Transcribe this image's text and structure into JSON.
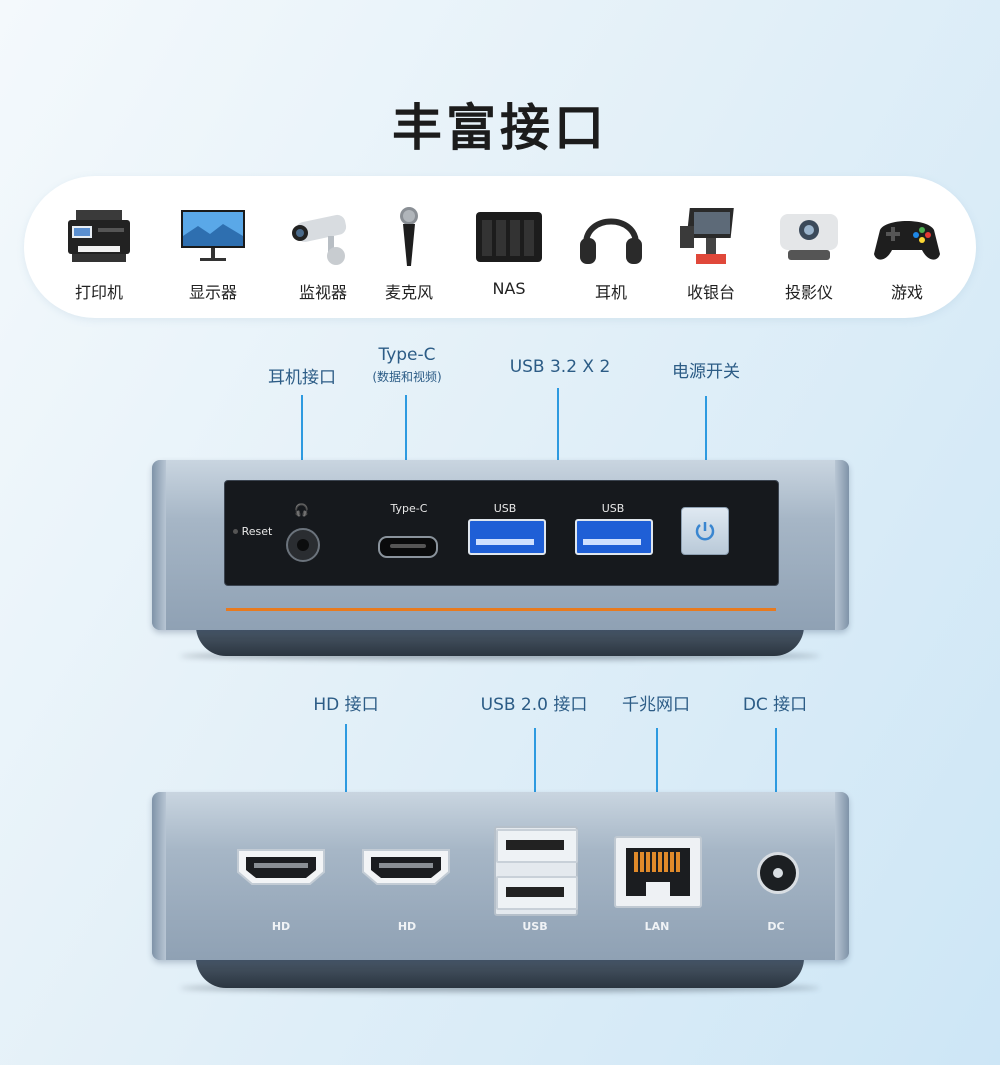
{
  "title": "丰富接口",
  "devices": [
    {
      "label": "打印机",
      "icon": "printer-icon"
    },
    {
      "label": "显示器",
      "icon": "monitor-icon"
    },
    {
      "label": "监视器",
      "icon": "camera-icon"
    },
    {
      "label": "麦克风",
      "icon": "microphone-icon"
    },
    {
      "label": "NAS",
      "icon": "nas-icon"
    },
    {
      "label": "耳机",
      "icon": "headphones-icon"
    },
    {
      "label": "收银台",
      "icon": "cash-register-icon"
    },
    {
      "label": "投影仪",
      "icon": "projector-icon"
    },
    {
      "label": "游戏",
      "icon": "gamepad-icon"
    }
  ],
  "front": {
    "callouts": {
      "headphone": "耳机接口",
      "typec": "Type-C",
      "typec_sub": "(数据和视频)",
      "usb32": "USB 3.2 X 2",
      "power": "电源开关"
    },
    "panel": {
      "reset": "Reset",
      "typec": "Type-C",
      "usb_a": "USB",
      "usb_b": "USB"
    }
  },
  "back": {
    "callouts": {
      "hd": "HD 接口",
      "usb20": "USB 2.0 接口",
      "lan": "千兆网口",
      "dc": "DC 接口"
    },
    "panel": {
      "hd1": "HD",
      "hd2": "HD",
      "usb": "USB",
      "lan": "LAN",
      "dc": "DC"
    }
  },
  "colors": {
    "accent_line": "#2d9ae0",
    "orange_strip": "#e87a1e",
    "usb3_blue": "#1f5fd6"
  }
}
